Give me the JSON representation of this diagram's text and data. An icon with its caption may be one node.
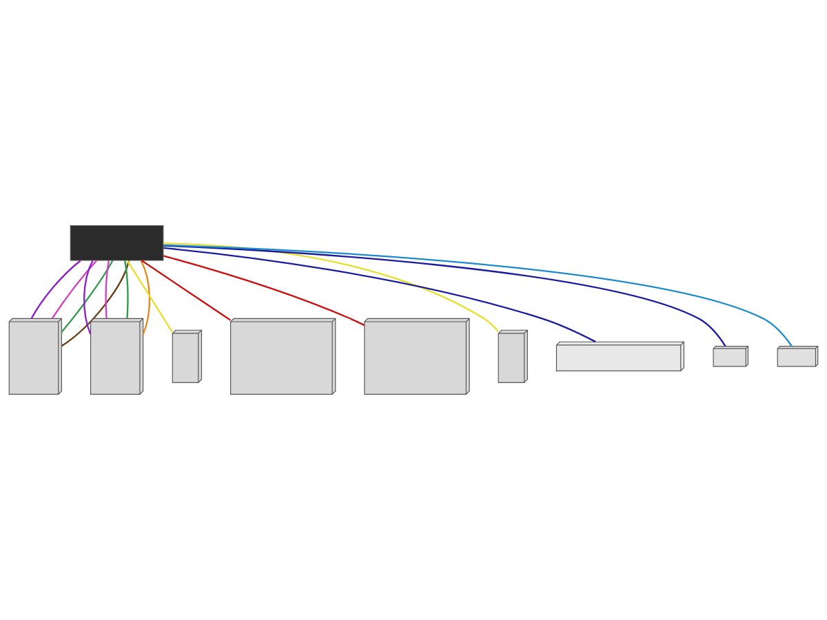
{
  "diagram": {
    "nodes": [
      {
        "text": [],
        "shape": "box"
      },
      {
        "text": [],
        "shape": "picture"
      },
      {
        "text": [],
        "shape": "picture"
      },
      {
        "text": [],
        "shape": "picture"
      },
      {
        "text": [],
        "shape": "picture"
      },
      {
        "text": [],
        "shape": "picture"
      },
      {
        "text": [],
        "shape": "picture"
      },
      {
        "text": [],
        "shape": "picture"
      },
      {
        "text": [],
        "shape": "picture"
      },
      {
        "text": [],
        "shape": "picture"
      }
    ],
    "edges": [
      {
        "from": 0,
        "to": 1,
        "arrow": "none",
        "color": "#8b1fc9"
      },
      {
        "from": 0,
        "to": 1,
        "arrow": "none",
        "color": "#d040c0"
      },
      {
        "from": 0,
        "to": 1,
        "arrow": "none",
        "color": "#2e9a4a"
      },
      {
        "from": 0,
        "to": 1,
        "arrow": "none",
        "color": "#6b3a10"
      },
      {
        "from": 0,
        "to": 2,
        "arrow": "none",
        "color": "#8b1fc9"
      },
      {
        "from": 0,
        "to": 2,
        "arrow": "none",
        "color": "#d040c0"
      },
      {
        "from": 0,
        "to": 2,
        "arrow": "none",
        "color": "#2e9a4a"
      },
      {
        "from": 0,
        "to": 2,
        "arrow": "none",
        "color": "#e08a1e"
      },
      {
        "from": 0,
        "to": 7,
        "arrow": "none",
        "color": "#1a1aa0"
      },
      {
        "from": 0,
        "to": 8,
        "arrow": "none",
        "color": "#1a1aa0"
      },
      {
        "from": 0,
        "to": 4,
        "arrow": "none",
        "color": "#cc1010"
      },
      {
        "from": 0,
        "to": 5,
        "arrow": "none",
        "color": "#cc1010"
      },
      {
        "from": 0,
        "to": 3,
        "arrow": "none",
        "color": "#e8e030"
      },
      {
        "from": 0,
        "to": 6,
        "arrow": "none",
        "color": "#e8e030"
      },
      {
        "from": 0,
        "to": 9,
        "arrow": "none",
        "color": "#1a8ad0"
      }
    ]
  }
}
